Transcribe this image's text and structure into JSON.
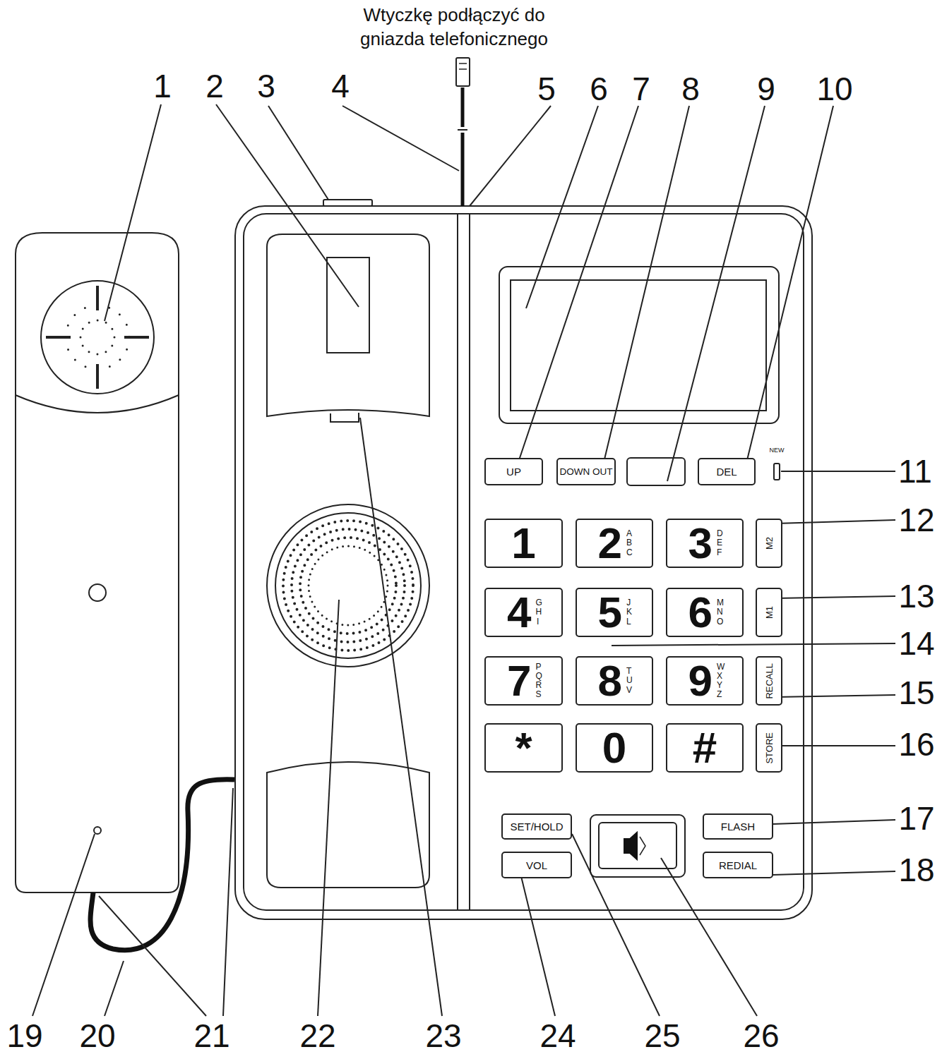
{
  "diagram": {
    "nodes": [
      {
        "text": [
          "UP"
        ]
      },
      {
        "text": [
          "DOWN OUT"
        ]
      },
      {
        "text": [
          "DEL"
        ]
      },
      {
        "text": [
          "1"
        ]
      },
      {
        "text": [
          "2",
          "ABC"
        ]
      },
      {
        "text": [
          "3",
          "DEF"
        ]
      },
      {
        "text": [
          "M2"
        ]
      },
      {
        "text": [
          "4",
          "GHI"
        ]
      },
      {
        "text": [
          "5",
          "JKL"
        ]
      },
      {
        "text": [
          "6",
          "MNO"
        ]
      },
      {
        "text": [
          "M1"
        ]
      },
      {
        "text": [
          "7",
          "PQRS"
        ]
      },
      {
        "text": [
          "8",
          "TUV"
        ]
      },
      {
        "text": [
          "9",
          "WXYZ"
        ]
      },
      {
        "text": [
          "RECALL"
        ]
      },
      {
        "text": [
          "*"
        ]
      },
      {
        "text": [
          "0"
        ]
      },
      {
        "text": [
          "#"
        ]
      },
      {
        "text": [
          "STORE"
        ]
      },
      {
        "text": [
          "SET/HOLD"
        ]
      },
      {
        "text": [
          "FLASH"
        ]
      },
      {
        "text": [
          "VOL"
        ]
      },
      {
        "text": [
          "REDIAL"
        ]
      }
    ],
    "labels": [
      "Wtyczkę podłączyć do gniazda telefonicznego",
      "1",
      "2",
      "3",
      "4",
      "5",
      "6",
      "7",
      "8",
      "9",
      "10",
      "11",
      "12",
      "13",
      "14",
      "15",
      "16",
      "17",
      "18",
      "19",
      "20",
      "21",
      "22",
      "23",
      "24",
      "25",
      "26",
      "NEW"
    ]
  }
}
